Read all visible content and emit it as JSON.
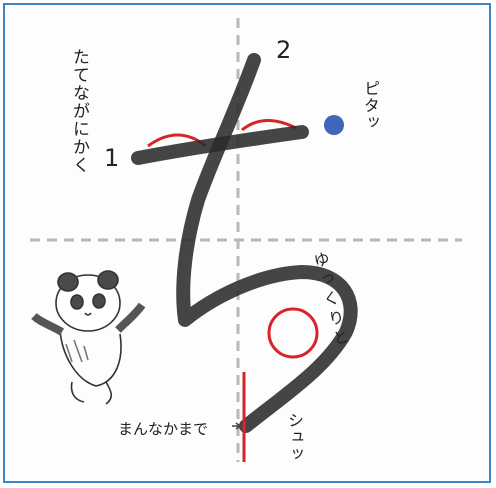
{
  "strokes": [
    {
      "number_label": "1"
    },
    {
      "number_label": "2"
    }
  ],
  "vertical_caption": "たてながにかく",
  "stop_label": "ピタッ",
  "slow_label": "ゆっくりと",
  "center_label": "まんなかまで",
  "sweep_label": "シュッ",
  "colors": {
    "frame": "#3c86c6",
    "ink": "#2b2b2b",
    "guide": "#b8b8b8",
    "accent_red": "#d8232a",
    "dot_blue": "#3f66b8"
  },
  "icons": {
    "stop_marker": "blue-dot-icon",
    "mascot": "panda-icon"
  }
}
